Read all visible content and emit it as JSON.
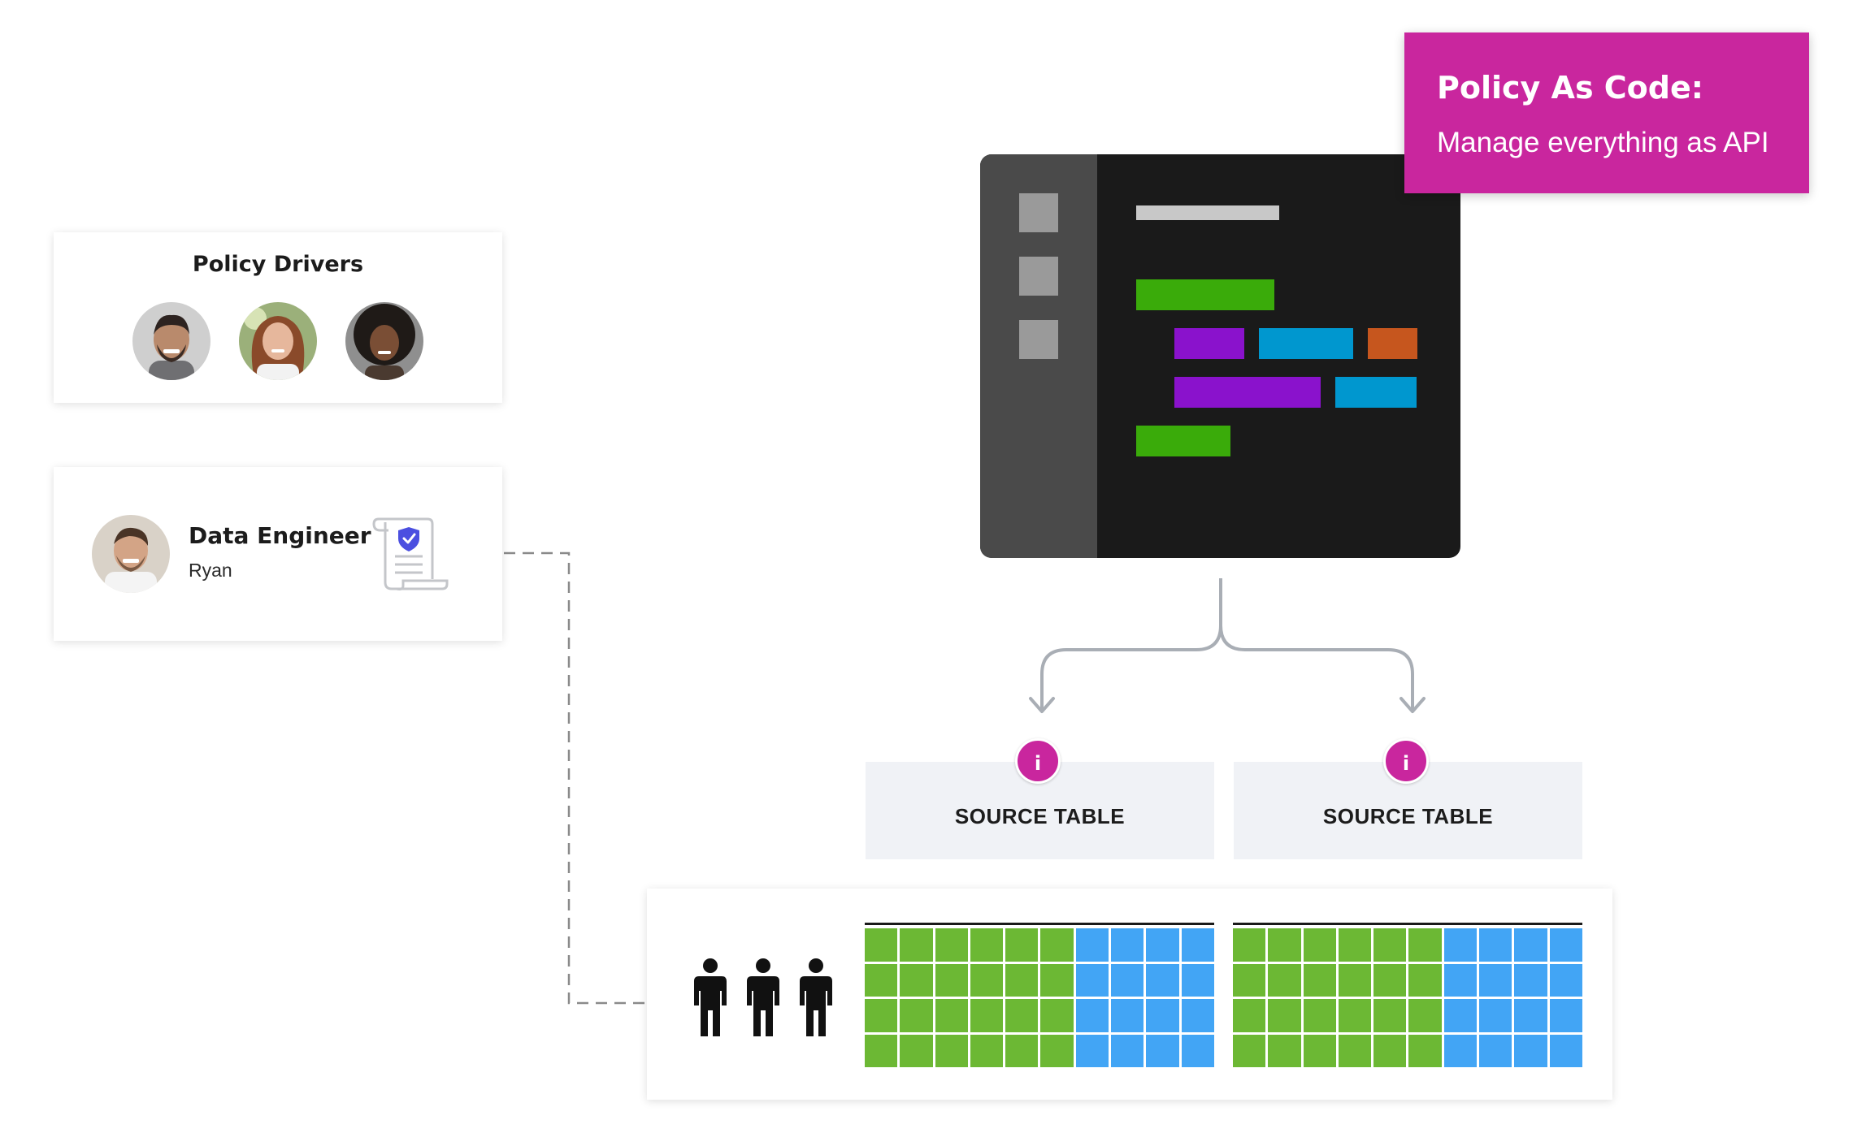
{
  "callout": {
    "title": "Policy As Code:",
    "subtitle": "Manage everything as API",
    "color": "#c9269e"
  },
  "policy_drivers": {
    "title": "Policy Drivers",
    "avatars": [
      "avatar-man-smiling",
      "avatar-woman-curly-hair",
      "avatar-woman-afro"
    ]
  },
  "data_engineer": {
    "title": "Data Engineer",
    "name": "Ryan",
    "icon": "policy-document-shield-icon"
  },
  "code_editor": {
    "sidebar_color": "#4a4a4a",
    "background_color": "#1a1a1a",
    "bar_colors": {
      "comment": "#c8c8c8",
      "green": "#3aab0a",
      "purple": "#8a12cc",
      "blue": "#0097cf",
      "orange": "#c6561e"
    }
  },
  "source_tables": [
    {
      "label": "SOURCE TABLE",
      "badge": "i"
    },
    {
      "label": "SOURCE TABLE",
      "badge": "i"
    }
  ],
  "data_grids": {
    "rows": 4,
    "green_columns": 6,
    "blue_columns": 4,
    "green_color": "#6cb834",
    "blue_color": "#42a5f5",
    "people_icons": [
      "person-icon",
      "person-icon",
      "person-icon"
    ]
  }
}
